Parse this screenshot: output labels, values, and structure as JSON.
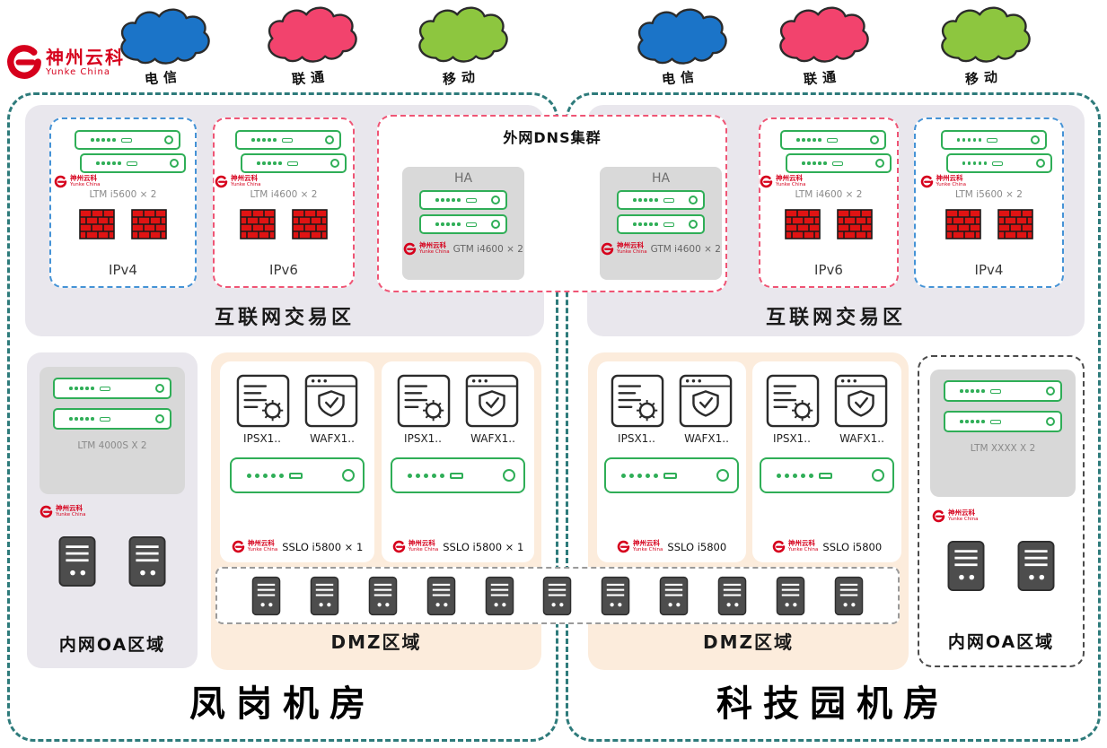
{
  "brand": {
    "name": "神州云科",
    "subtitle": "Yunke China"
  },
  "isps": [
    {
      "label": "电信",
      "color": "#1b74c8"
    },
    {
      "label": "联通",
      "color": "#f2436d"
    },
    {
      "label": "移动",
      "color": "#8dc63f"
    },
    {
      "label": "电信",
      "color": "#1b74c8"
    },
    {
      "label": "联通",
      "color": "#f2436d"
    },
    {
      "label": "移动",
      "color": "#8dc63f"
    }
  ],
  "dns_cluster": {
    "title": "外网DNS集群",
    "nodes": [
      {
        "ha": "HA",
        "device": "GTM i4600 × 2"
      },
      {
        "ha": "HA",
        "device": "GTM i4600 × 2"
      }
    ]
  },
  "left_dc": {
    "name": "凤岗机房",
    "internet_zone": {
      "label": "互联网交易区",
      "ipv4": {
        "device": "LTM i5600 × 2",
        "label": "IPv4"
      },
      "ipv6": {
        "device": "LTM i4600 × 2",
        "label": "IPv6"
      }
    },
    "oa_zone": {
      "device": "LTM 4000S X 2",
      "label": "内网OA区域"
    },
    "dmz": {
      "label": "DMZ区域",
      "groups": [
        {
          "ips": "IPSX1..",
          "waf": "WAFX1..",
          "sslo": "SSLO i5800 × 1"
        },
        {
          "ips": "IPSX1..",
          "waf": "WAFX1..",
          "sslo": "SSLO i5800 × 1"
        }
      ]
    }
  },
  "right_dc": {
    "name": "科技园机房",
    "internet_zone": {
      "label": "互联网交易区",
      "ipv6": {
        "device": "LTM i4600 × 2",
        "label": "IPv6"
      },
      "ipv4": {
        "device": "LTM i5600 × 2",
        "label": "IPv4"
      }
    },
    "dmz": {
      "label": "DMZ区域",
      "groups": [
        {
          "ips": "IPSX1..",
          "waf": "WAFX1..",
          "sslo": "SSLO i5800"
        },
        {
          "ips": "IPSX1..",
          "waf": "WAFX1..",
          "sslo": "SSLO i5800"
        }
      ]
    },
    "oa_zone": {
      "device": "LTM XXXX X 2",
      "label": "内网OA区域"
    }
  },
  "colors": {
    "dc_border": "#2e7b7b",
    "internet_zone_bg": "#e9e7ed",
    "dmz_bg": "#fcecdc",
    "device_green": "#2fae57",
    "brand_red": "#d6001c",
    "ipv4_border": "#4593d6",
    "ipv6_border": "#ef5575"
  }
}
